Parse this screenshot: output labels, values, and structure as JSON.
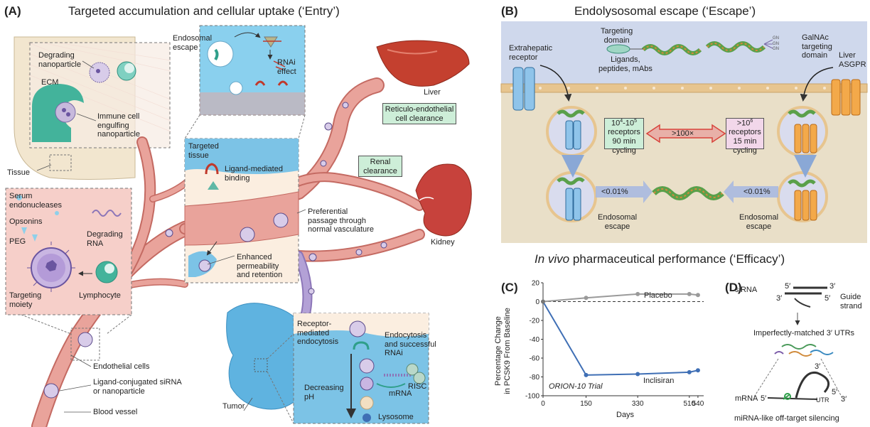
{
  "panel_a": {
    "letter": "(A)",
    "title": "Targeted accumulation and cellular uptake (‘Entry’)",
    "labels": {
      "degrading_nanoparticle": "Degrading\nnanoparticle",
      "ecm": "ECM",
      "immune_cell": "Immune cell\nengulfing\nnanoparticle",
      "tissue": "Tissue",
      "endosomal_escape": "Endosomal\nescape",
      "rnai_effect": "RNAi\neffect",
      "liver": "Liver",
      "reticulo": "Reticulo-endothelial\ncell clearance",
      "renal": "Renal\nclearance",
      "kidney": "Kidney",
      "targeted_tissue": "Targeted\ntissue",
      "ligand_binding": "Ligand-mediated\nbinding",
      "preferential": "Preferential\npassage through\nnormal vasculature",
      "enhanced": "Enhanced\npermeability\nand retention",
      "serum": "Serum\nendonucleases",
      "opsonins": "Opsonins",
      "peg": "PEG",
      "degrading_rna": "Degrading\nRNA",
      "targeting_moiety": "Targeting\nmoiety",
      "lymphocyte": "Lymphocyte",
      "endothelial": "Endothelial cells",
      "ligand_conj": "Ligand-conjugated siRNA\nor nanoparticle",
      "blood_vessel": "Blood vessel",
      "tumor": "Tumor",
      "receptor_endo": "Receptor-\nmediated\nendocytosis",
      "endocytosis_rnai": "Endocytosis\nand successful\nRNAi",
      "decreasing_ph": "Decreasing\npH",
      "risc": "RISC",
      "mrna": "mRNA",
      "lysosome": "Lysosome"
    }
  },
  "panel_b": {
    "letter": "(B)",
    "title": "Endolysosomal escape (‘Escape’)",
    "labels": {
      "extrahepatic": "Extrahepatic\nreceptor",
      "targeting_domain": "Targeting\ndomain",
      "ligands": "Ligands,\npeptides, mAbs",
      "galnac": "GalNAc\ntargeting\ndomain",
      "liver_asgpr": "Liver\nASGPR",
      "ratio": ">100×",
      "endo_escape_left": "Endosomal\nescape",
      "endo_escape_right": "Endosomal\nescape",
      "pct_left": "<0.01%",
      "pct_right": "<0.01%"
    },
    "receptors_left": {
      "line1": "10",
      "sup1": "4",
      "mid": "-10",
      "sup2": "5",
      "line2": "receptors",
      "line3": "90 min",
      "line4": "cycling"
    },
    "receptors_right": {
      "line1": ">10",
      "sup1": "6",
      "line2": "receptors",
      "line3": "15 min",
      "line4": "cycling"
    },
    "gn_labels": [
      "GN",
      "GN",
      "GN"
    ]
  },
  "efficacy_title": {
    "italic": "In vivo",
    "rest": " pharmaceutical performance (‘Efficacy’)"
  },
  "panel_c": {
    "letter": "(C)",
    "trial": "ORION-10 Trial"
  },
  "chart_data": {
    "type": "line",
    "x": [
      0,
      150,
      330,
      510,
      540
    ],
    "xticks": [
      0,
      150,
      330,
      510,
      540
    ],
    "yticks": [
      20,
      0,
      -20,
      -40,
      -60,
      -80,
      -100
    ],
    "xlabel": "Days",
    "ylabel": "Percentage Change\nin PCSK9 From Baseline",
    "ylim": [
      -100,
      20
    ],
    "xlim": [
      0,
      560
    ],
    "series": [
      {
        "name": "Placebo",
        "color": "#9a9a9a",
        "x": [
          0,
          150,
          330,
          510,
          540
        ],
        "values": [
          0,
          4,
          8,
          8,
          7
        ]
      },
      {
        "name": "Inclisiran",
        "color": "#3f6fb5",
        "x": [
          0,
          150,
          330,
          510,
          540
        ],
        "values": [
          0,
          -78,
          -77,
          -75,
          -73
        ]
      }
    ]
  },
  "panel_d": {
    "letter": "(D)",
    "labels": {
      "sirna": "siRNA",
      "five_top": "5′",
      "three_top": "3′",
      "three_bot": "3′",
      "five_bot": "5′",
      "guide": "Guide\nstrand",
      "imperfect": "Imperfectly-matched  3′ UTRs",
      "three_loop": "3′",
      "mrna": "mRNA",
      "five_mrna": "5′",
      "five_r": "5′",
      "three_r": "3′",
      "utr": "UTR",
      "mirna": "miRNA-like  off-target silencing"
    }
  },
  "colors": {
    "vessel": "#e9a39b",
    "vessel_dark": "#c46a62",
    "tissue": "#f2e6cf",
    "blue_tissue": "#7cc3e6",
    "cell_teal": "#43b39b",
    "liver": "#c4402f",
    "kidney": "#c7423c",
    "membrane": "#e7c58f",
    "panel_b_bg": "#e6dcc4",
    "green_box": "#cdeed8",
    "pink_box": "#f2d7ea",
    "arrow_red": "#d8433b"
  }
}
